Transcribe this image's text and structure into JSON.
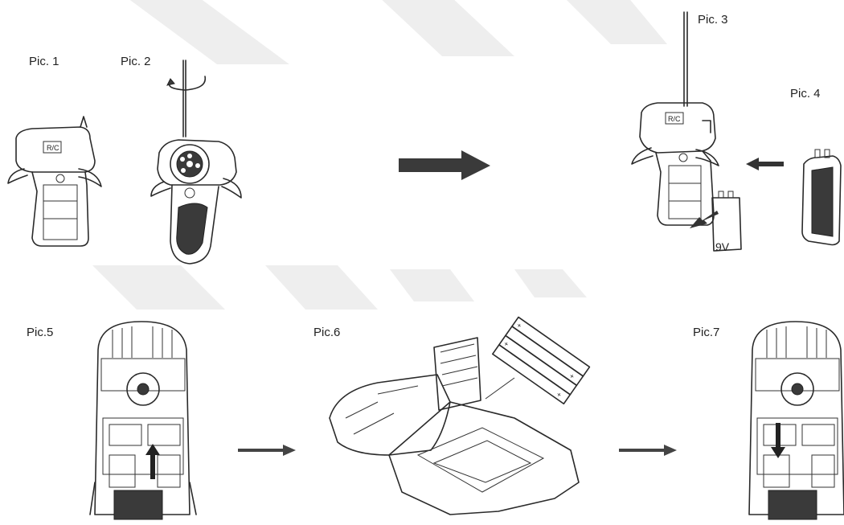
{
  "figures": {
    "pic1": "Pic. 1",
    "pic2": "Pic. 2",
    "pic3": "Pic. 3",
    "pic4": "Pic. 4",
    "pic5": "Pic.5",
    "pic6": "Pic.6",
    "pic7": "Pic.7"
  },
  "battery_label": "9V",
  "watermark_color": "#eeeeee",
  "icons": {
    "step_arrow": "right-arrow-icon",
    "insert_arrow": "left-arrow-icon"
  }
}
